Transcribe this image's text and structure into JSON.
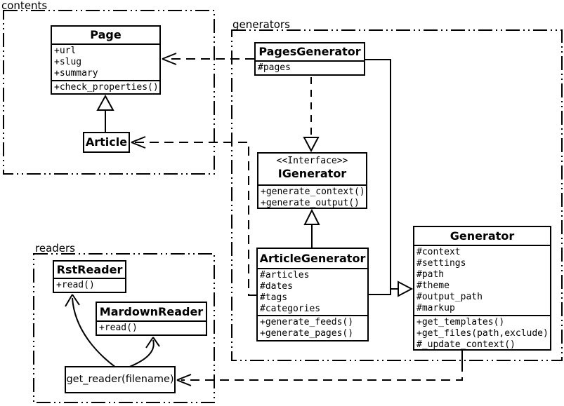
{
  "packages": {
    "contents": {
      "label": "contents"
    },
    "generators": {
      "label": "generators"
    },
    "readers": {
      "label": "readers"
    }
  },
  "classes": {
    "page": {
      "name": "Page",
      "attributes": [
        "+url",
        "+slug",
        "+summary"
      ],
      "methods": [
        "+check_properties()"
      ]
    },
    "article": {
      "name": "Article"
    },
    "pages_generator": {
      "name": "PagesGenerator",
      "attributes": [
        "#pages"
      ]
    },
    "igenerator": {
      "stereotype": "<<Interface>>",
      "name": "IGenerator",
      "methods": [
        "+generate_context()",
        "+generate_output()"
      ]
    },
    "article_generator": {
      "name": "ArticleGenerator",
      "attributes": [
        "#articles",
        "#dates",
        "#tags",
        "#categories"
      ],
      "methods": [
        "+generate_feeds()",
        "+generate_pages()"
      ]
    },
    "generator": {
      "name": "Generator",
      "attributes": [
        "#context",
        "#settings",
        "#path",
        "#theme",
        "#output_path",
        "#markup"
      ],
      "methods": [
        "+get_templates()",
        "+get_files(path,exclude)",
        "#_update_context()"
      ]
    },
    "rst_reader": {
      "name": "RstReader",
      "methods": [
        "+read()"
      ]
    },
    "mardown_reader": {
      "name": "MardownReader",
      "methods": [
        "+read()"
      ]
    },
    "get_reader": {
      "label": "get_reader(filename)"
    }
  },
  "relationships": [
    {
      "from": "Article",
      "to": "Page",
      "type": "inheritance"
    },
    {
      "from": "PagesGenerator",
      "to": "Page",
      "type": "dependency"
    },
    {
      "from": "ArticleGenerator",
      "to": "Article",
      "type": "dependency"
    },
    {
      "from": "PagesGenerator",
      "to": "IGenerator",
      "type": "realization"
    },
    {
      "from": "ArticleGenerator",
      "to": "IGenerator",
      "type": "inheritance"
    },
    {
      "from": "PagesGenerator",
      "to": "Generator",
      "type": "inheritance"
    },
    {
      "from": "ArticleGenerator",
      "to": "Generator",
      "type": "inheritance"
    },
    {
      "from": "Generator",
      "to": "get_reader(filename)",
      "type": "dependency"
    },
    {
      "from": "get_reader(filename)",
      "to": "RstReader",
      "type": "arrow"
    },
    {
      "from": "get_reader(filename)",
      "to": "MardownReader",
      "type": "arrow"
    }
  ],
  "colors": {
    "line": "#000000",
    "background": "#ffffff",
    "box_fill": "#ffffff"
  }
}
